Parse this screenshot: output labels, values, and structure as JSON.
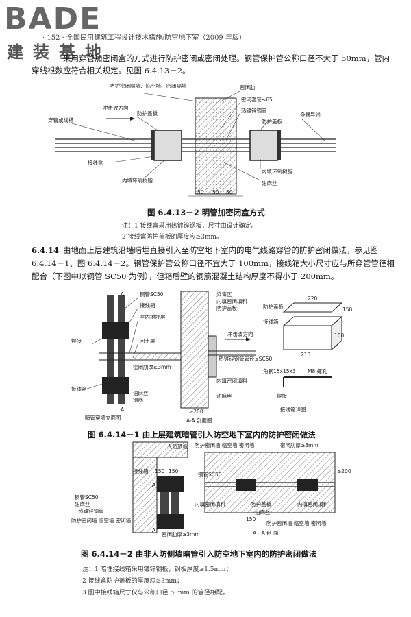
{
  "logo": {
    "brand": "BADE",
    "subtitle": "建装基地"
  },
  "header": {
    "running_title": "· 152 ·  全国民用建筑工程设计技术措施/防空地下室（2009 年版）"
  },
  "intro": {
    "line1": "采用穿管加密闭盒的方式进行防护密闭或密闭处理。钢管保护管公称口径不大于 50mm，管内",
    "line2": "穿线根数应符合相关规定。见图 6.4.13－2。"
  },
  "fig1": {
    "caption": "图 6.4.13－2    明管加密闭盒方式",
    "labels": {
      "wall": "防护密闭隔墙、临空墙、密闭隔墙",
      "seal_rib": "密闭肋",
      "seal_gap": "密闭套管≤65",
      "galv": "热镀锌钢管",
      "multi": "多根导线",
      "cover": "防护盖板",
      "shock": "冲击波方向",
      "conduit": "穿管或线槽",
      "box": "接线盒",
      "epoxy": "内填环氧树脂",
      "cover2": "防护盖板",
      "epoxy2": "内填环氧树脂",
      "hemp": "油麻丝",
      "dim1": "50",
      "dim2": "50",
      "dim3": "50"
    },
    "notes": [
      "注：1    接线盒采用热镀锌钢板，尺寸由设计确定。",
      "       2    接线盒防护盖板的厚度应≥3mm。"
    ]
  },
  "section": {
    "number": "6.4.14",
    "line1": "由地面上层建筑沿墙暗埋直接引入至防空地下室内的电气线路穿管的防护密闭做法，参见图",
    "line2": "6.4.14－1、图 6.4.14－2。钢管保护管公称口径不宜大于 100mm，接线箱大小尺寸应与所穿管管径相",
    "line3": "配合（下图中以钢管 SC50 为例），但箱后壁的钢筋混凝土结构厚度不得小于 200mm。"
  },
  "fig2": {
    "caption": "图 6.4.14－1    由上层建筑暗管引入防空地下室内的防护密闭做法",
    "labels": {
      "pipe": "钢管SC50",
      "jbox": "接线箱",
      "floor": "室内地坪层",
      "weld": "焊接",
      "backfill": "回土层",
      "seal_rib": "密闭肋厚≥3mm",
      "jbox2": "接线箱",
      "hemp": "油麻丝",
      "steel": "钢筋",
      "elev": "暗管穿墙立面图",
      "A1": "A",
      "A2": "A",
      "mid1": "染毒区",
      "mid2": "内填密闭填料",
      "mid3": "防护盖板",
      "shock": "冲击波方向",
      "galv": "热镀锌钢管管径≤SC50",
      "inner": "内填密闭填料",
      "hemp2": "油麻丝",
      "d200": "≥200",
      "aa": "A-A 剖面图",
      "d220": "220",
      "d150": "150",
      "d210": "210",
      "d100": "100",
      "cover": "防护盖板",
      "jbox3": "接线箱",
      "angle": "角钢15x15x3",
      "bolt": "M8 螺孔",
      "weld2": "焊接",
      "detail": "接线箱详图"
    }
  },
  "fig3": {
    "caption": "图 6.4.14－2    由非人防侧墙暗管引入防空地下室内的防护密闭做法",
    "labels": {
      "roof": "人防顶板",
      "jbox": "接线箱",
      "d150a": "150",
      "d150b": "150",
      "pipe": "钢管SC50",
      "hemp": "油麻丝",
      "galv": "热镀锌钢管",
      "walls": "防护密闭墙  临空墙  密闭墙",
      "seal_rib": "密闭肋厚≥3mm",
      "A1": "A",
      "A2": "A",
      "top1": "防护密闭墙  临空墙  密闭墙",
      "top2": "密闭肋厚≥3mm",
      "d200": "≥200",
      "pipe2": "钢管SC50",
      "inner": "内填密闭填料",
      "cover": "防护盖板",
      "hemp2": "油麻丝",
      "inner2": "内填密闭填料",
      "d150c": "150",
      "bottom": "防护密闭墙  临空墙  密闭墙",
      "aa": "A - A  剖  面"
    },
    "notes": [
      "注：1    暗埋接线箱采用镀锌钢板，钢板厚度≥1.5mm；",
      "       2    接线盒防护盖板的厚度应≥3mm；",
      "       3    图中接线箱尺寸仅与公称口径 50mm 的管径相配。"
    ]
  }
}
